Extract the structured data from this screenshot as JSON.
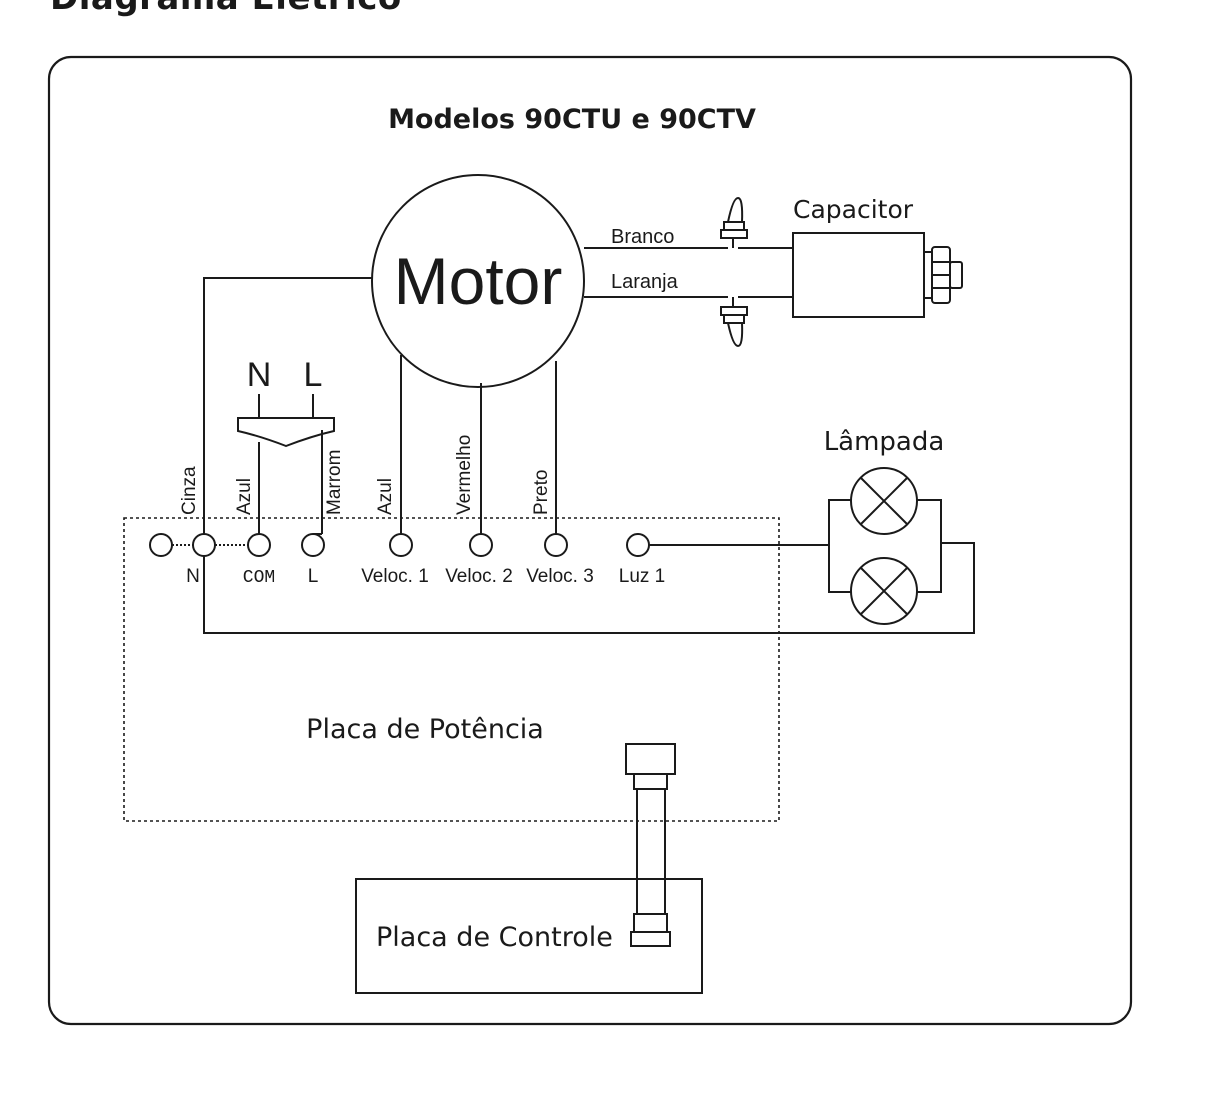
{
  "page": {
    "title": "Diagrama Elétrico"
  },
  "diagram": {
    "model_title": "Modelos 90CTU e 90CTV",
    "motor_label": "Motor",
    "capacitor_label": "Capacitor",
    "lamp_label": "Lâmpada",
    "power_board_label": "Placa de Potência",
    "control_board_label": "Placa de Controle",
    "plug": {
      "neutral": "N",
      "line": "L"
    },
    "capacitor_wires": {
      "top": "Branco",
      "bottom": "Laranja"
    },
    "wire_colors": {
      "cinza": "Cinza",
      "azul_plug": "Azul",
      "marrom": "Marrom",
      "azul_motor": "Azul",
      "vermelho": "Vermelho",
      "preto": "Preto"
    },
    "terminals": {
      "n": "N",
      "com": "COM",
      "l": "L",
      "veloc1": "Veloc. 1",
      "veloc2": "Veloc. 2",
      "veloc3": "Veloc. 3",
      "luz1": "Luz 1"
    },
    "colors": {
      "line": "#1a1a1a",
      "background": "#ffffff"
    }
  }
}
